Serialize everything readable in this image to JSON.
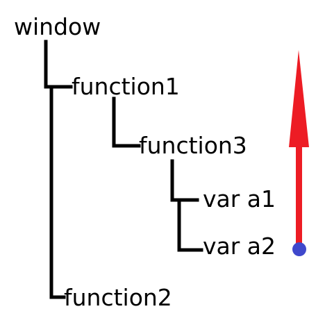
{
  "tree": {
    "nodes": {
      "window": "window",
      "function1": "function1",
      "function3": "function3",
      "var_a1": "var a1",
      "var_a2": "var a2",
      "function2": "function2"
    }
  },
  "arrow": {
    "shaft_color": "#ed1c24",
    "head_color": "#ed1c24",
    "base_dot_color": "#3f48cc",
    "direction": "up"
  },
  "colors": {
    "connector": "#000000",
    "text": "#000000",
    "background": "#ffffff"
  }
}
